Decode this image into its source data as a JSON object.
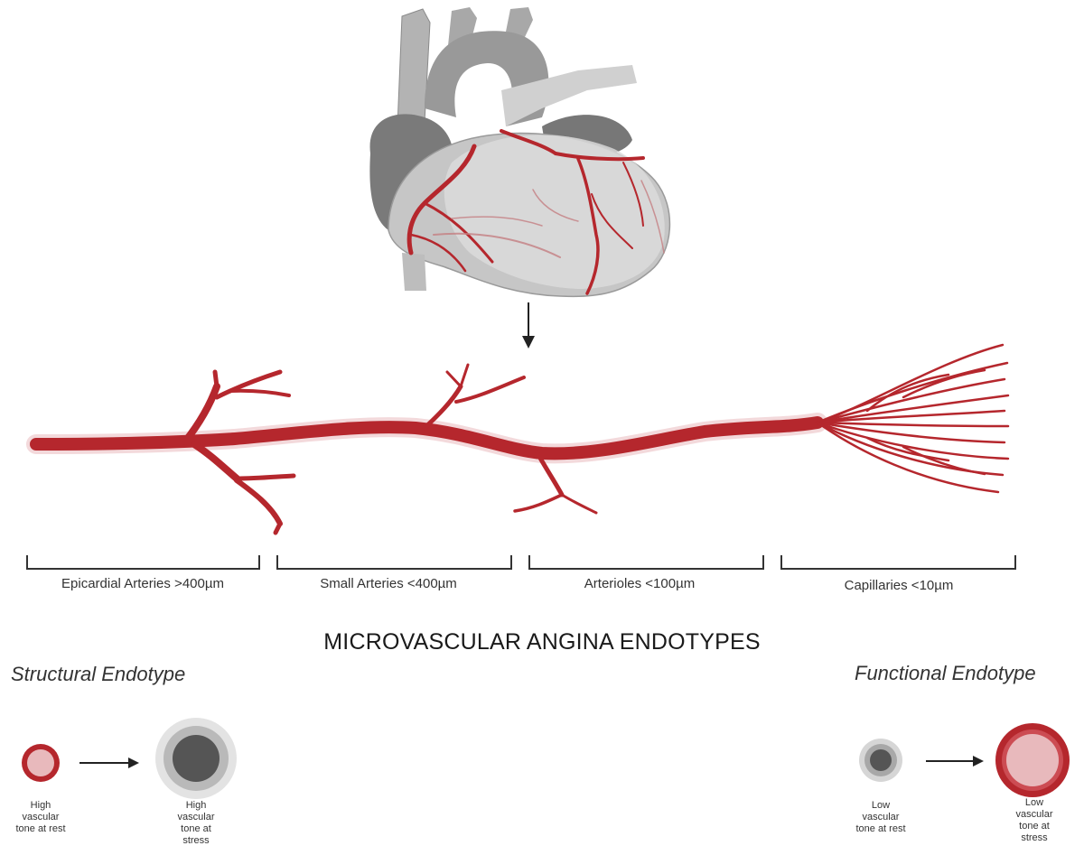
{
  "figure": {
    "segments": [
      {
        "label": "Epicardial Arteries >400µm"
      },
      {
        "label": "Small Arteries <400µm"
      },
      {
        "label": "Arterioles <100µm"
      },
      {
        "label": "Capillaries <10µm"
      }
    ],
    "main_title": "MICROVASCULAR ANGINA ENDOTYPES",
    "structural": {
      "title": "Structural Endotype",
      "rest_caption": [
        "High",
        "vascular",
        "tone at rest"
      ],
      "stress_caption": [
        "High",
        "vascular",
        "tone at",
        "stress"
      ]
    },
    "functional": {
      "title": "Functional Endotype",
      "rest_caption": [
        "Low",
        "vascular",
        "tone at rest"
      ],
      "stress_caption": [
        "Low",
        "vascular",
        "tone at",
        "stress"
      ]
    },
    "colors": {
      "vessel_red": "#b5272d",
      "vessel_light": "#e8b9bc",
      "heart_gray": "#9a9a9a",
      "heart_dark": "#6e6e6e",
      "lumen_dark": "#555555"
    }
  }
}
